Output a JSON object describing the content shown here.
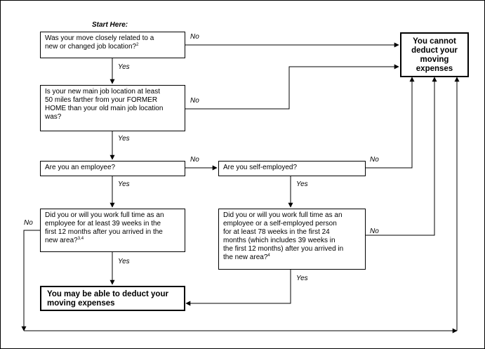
{
  "start_label": "Start Here:",
  "q1": {
    "line1": "Was your move closely related to a",
    "line2": "new or changed job location?",
    "note": "2"
  },
  "q2": {
    "lines": [
      "Is your new main job location at least",
      "50 miles farther from your FORMER",
      "HOME than your old main job location",
      "was?"
    ]
  },
  "q3": {
    "text": "Are you an employee?"
  },
  "q4": {
    "text": "Are you self-employed?"
  },
  "q5": {
    "lines": [
      "Did you or will you work full time as an",
      "employee for at least 39 weeks in the",
      "first 12 months after you arrived in the"
    ],
    "last": "new area?",
    "note": "3,4"
  },
  "q6": {
    "lines": [
      "Did you or will you work full time as an",
      "employee or a self-employed person",
      "for at least 78 weeks in the first 24",
      "months (which includes 39 weeks in",
      "the first 12 months) after you arrived in",
      "the new area?"
    ],
    "note": "4"
  },
  "outcome_no": {
    "lines": [
      "You cannot",
      "deduct your",
      "moving",
      "expenses"
    ]
  },
  "outcome_yes": {
    "lines": [
      "You may be able to deduct your",
      "moving expenses"
    ]
  },
  "labels": {
    "no": "No",
    "yes": "Yes"
  }
}
